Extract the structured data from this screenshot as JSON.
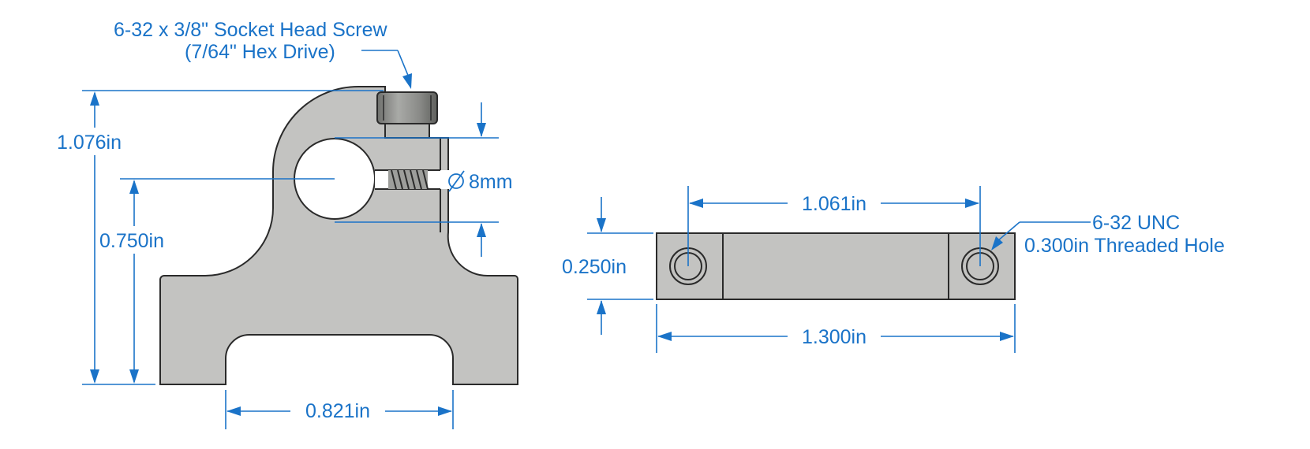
{
  "colors": {
    "dimension": "#1a73c8",
    "part_fill": "#c3c3c1",
    "part_outline": "#2a2a2a",
    "screw_head": "#8d8e8b",
    "background": "#ffffff"
  },
  "callouts": {
    "screw_line1": "6-32 x 3/8\" Socket Head Screw",
    "screw_line2": "(7/64\" Hex Drive)",
    "thread_line1": "6-32 UNC",
    "thread_line2": "0.300in Threaded Hole"
  },
  "front_view": {
    "overall_height": "1.076in",
    "bore_center_height": "0.750in",
    "bore_diameter": "8mm",
    "slot_width": "0.821in"
  },
  "bottom_view": {
    "hole_spacing": "1.061in",
    "thickness": "0.250in",
    "overall_length": "1.300in"
  }
}
